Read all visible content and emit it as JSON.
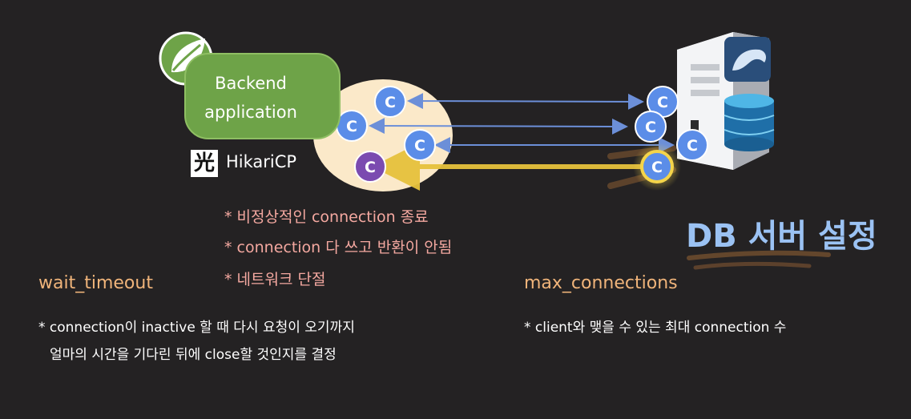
{
  "app": {
    "backend_label_line1": "Backend",
    "backend_label_line2": "application",
    "pool_label": "HikariCP",
    "pool_mark": "光",
    "connection_letter": "C"
  },
  "issues": [
    "* 비정상적인 connection 종료",
    "* connection 다 쓰고 반환이 안됨",
    "* 네트워크 단절"
  ],
  "db_title": "DB 서버 설정",
  "params": {
    "wait_timeout": {
      "name": "wait_timeout",
      "desc_line1": "* connection이 inactive 할 때 다시 요청이 오기까지",
      "desc_line2": "얼마의 시간을 기다린 뒤에 close할 것인지를 결정"
    },
    "max_connections": {
      "name": "max_connections",
      "desc_line1": "* client와 맺을 수 있는 최대 connection 수"
    }
  },
  "colors": {
    "background": "#242223",
    "spring_green": "#6ea348",
    "pool_ellipse": "#fbe9c9",
    "connection_blue": "#5b8de8",
    "connection_purple": "#7b4bb0",
    "highlight_gold": "#e6c23c",
    "issue_pink": "#f4a8a0",
    "param_orange": "#f0b47a",
    "db_title_blue": "#9bc2f3"
  },
  "icons": [
    "spring-leaf-icon",
    "hikari-logo-icon",
    "server-tower-icon",
    "mysql-dolphin-icon",
    "database-cylinder-icon"
  ]
}
